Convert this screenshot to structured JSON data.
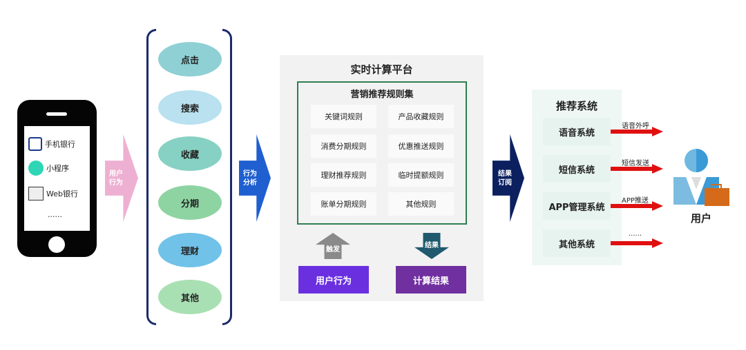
{
  "phone": {
    "apps": [
      {
        "label": "手机银行",
        "icon": "mobile-bank-icon"
      },
      {
        "label": "小程序",
        "icon": "mini-program-icon"
      },
      {
        "label": "Web银行",
        "icon": "web-bank-icon"
      }
    ],
    "more": "......"
  },
  "arrows": {
    "user_behavior": [
      "用户",
      "行为"
    ],
    "behavior_analysis": [
      "行为",
      "分析"
    ],
    "result_subscribe": [
      "结果",
      "订阅"
    ],
    "trigger": "触发",
    "result": "结果"
  },
  "behaviors": [
    {
      "label": "点击",
      "color": "#8fd0d4"
    },
    {
      "label": "搜索",
      "color": "#b9e1ef"
    },
    {
      "label": "收藏",
      "color": "#86d1c3"
    },
    {
      "label": "分期",
      "color": "#8ed4a3"
    },
    {
      "label": "理财",
      "color": "#70c2e8"
    },
    {
      "label": "其他",
      "color": "#a9e0b3"
    }
  ],
  "platform": {
    "title": "实时计算平台",
    "ruleset_title": "营销推荐规则集",
    "rules": [
      "关键词规则",
      "产品收藏规则",
      "消费分期规则",
      "优惠推送规则",
      "理财推荐规则",
      "临时提额规则",
      "账单分期规则",
      "其他规则"
    ],
    "user_behavior_button": "用户行为",
    "compute_result_button": "计算结果"
  },
  "recommend": {
    "title": "推荐系统",
    "systems": [
      {
        "label": "语音系统",
        "channel": "语音外呼"
      },
      {
        "label": "短信系统",
        "channel": "短信发送"
      },
      {
        "label": "APP管理系统",
        "channel": "APP推送"
      },
      {
        "label": "其他系统",
        "channel": "......"
      }
    ]
  },
  "user": {
    "label": "用户"
  }
}
